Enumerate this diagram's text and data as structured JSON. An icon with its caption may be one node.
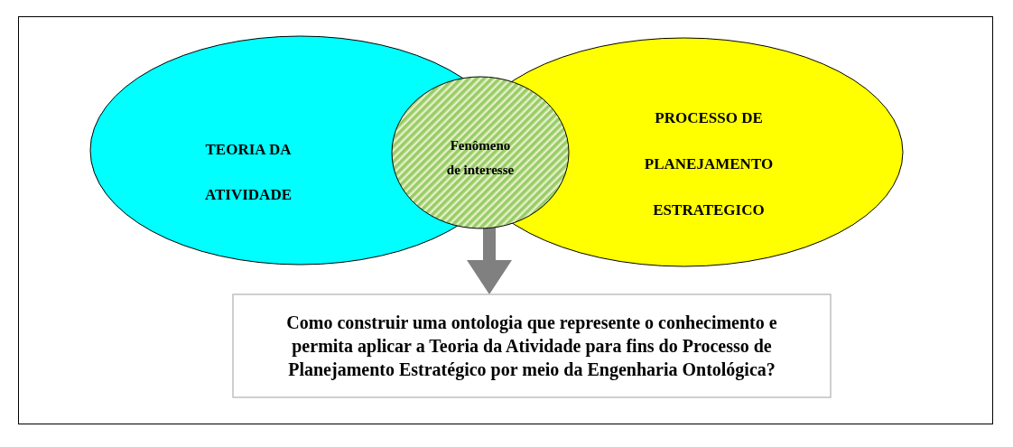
{
  "diagram": {
    "nodes": [
      {
        "text": [
          "TEORIA DA ATIVIDADE"
        ]
      },
      {
        "text": [
          "PROCESSO DE PLANEJAMENTO ESTRATEGICO"
        ]
      },
      {
        "text": [
          "Fenômeno de interesse"
        ]
      },
      {
        "text": [
          "Como construir uma ontologia que represente o conhecimento e permita aplicar a Teoria da Atividade para fins do Processo de Planejamento Estratégico por meio da Engenharia Ontológica?"
        ]
      }
    ],
    "edges": [
      {
        "from": 2,
        "to": 3,
        "arrow": "to",
        "color": "#808080"
      }
    ]
  }
}
